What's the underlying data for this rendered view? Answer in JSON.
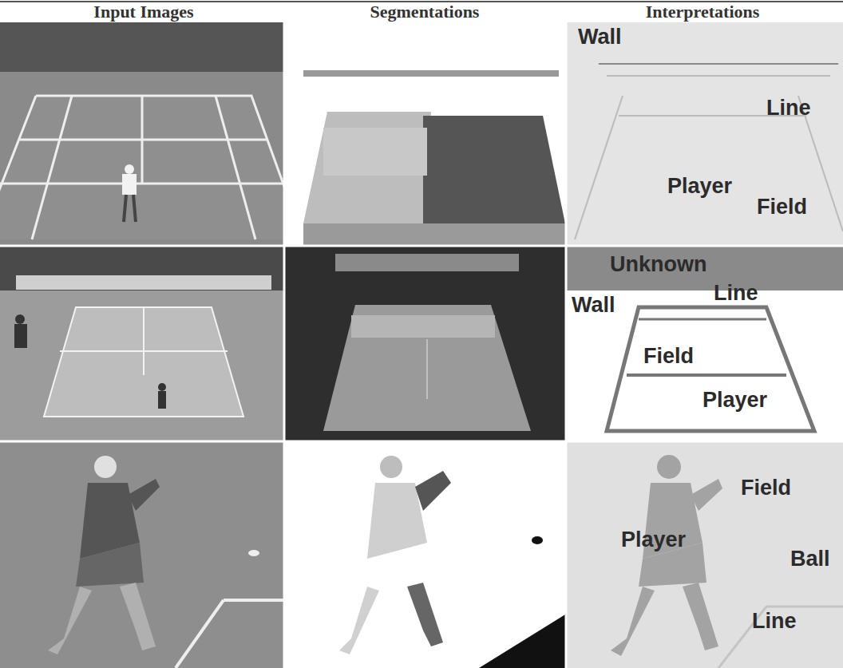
{
  "diagram": {
    "labels": [
      "Input Images",
      "Segmentations",
      "Interpretations",
      "Wall",
      "Line",
      "Player",
      "Field",
      "Unknown",
      "Wall",
      "Line",
      "Field",
      "Player",
      "Field",
      "Player",
      "Ball",
      "Line"
    ]
  }
}
